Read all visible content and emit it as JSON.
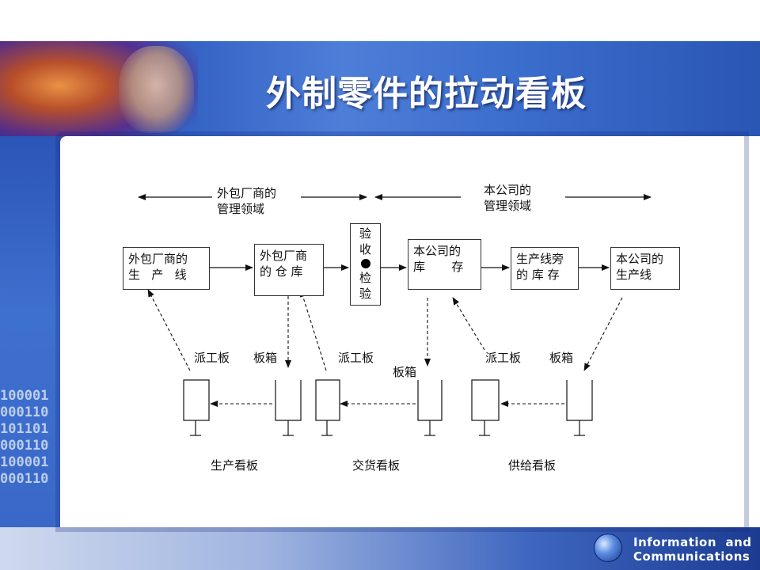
{
  "slide": {
    "title": "外制零件的拉动看板",
    "brand_line1": "Information  and",
    "brand_line2": "Communications",
    "binary_text": "100001\n000110\n101101\n000110\n100001\n000110"
  },
  "diagram": {
    "domain_labels": {
      "supplier": "外包厂商的\n管理领域",
      "company": "本公司的\n管理领域"
    },
    "process_boxes": [
      {
        "id": "supplier-line",
        "label": "外包厂商的\n生   产   线"
      },
      {
        "id": "supplier-warehouse",
        "label": "外包厂商\n的 仓 库"
      },
      {
        "id": "company-stock",
        "label": "本公司的\n库       存"
      },
      {
        "id": "lineside-stock",
        "label": "生产线旁\n的 库 存"
      },
      {
        "id": "company-line",
        "label": "本公司的\n生产线"
      }
    ],
    "inspection": {
      "top": "验\n收",
      "bottom": "检\n验"
    },
    "tag_labels": [
      {
        "id": "dispatch-1",
        "label": "派工板"
      },
      {
        "id": "bin-1",
        "label": "板箱"
      },
      {
        "id": "dispatch-2",
        "label": "派工板"
      },
      {
        "id": "bin-2",
        "label": "板箱"
      },
      {
        "id": "dispatch-3",
        "label": "派工板"
      },
      {
        "id": "bin-3",
        "label": "板箱"
      }
    ],
    "kanban_types": [
      {
        "id": "production",
        "label": "生产看板"
      },
      {
        "id": "delivery",
        "label": "交货看板"
      },
      {
        "id": "supply",
        "label": "供给看板"
      }
    ]
  },
  "colors": {
    "banner": "#2f5cc0",
    "content_bg": "#ffffff",
    "line": "#111111"
  }
}
